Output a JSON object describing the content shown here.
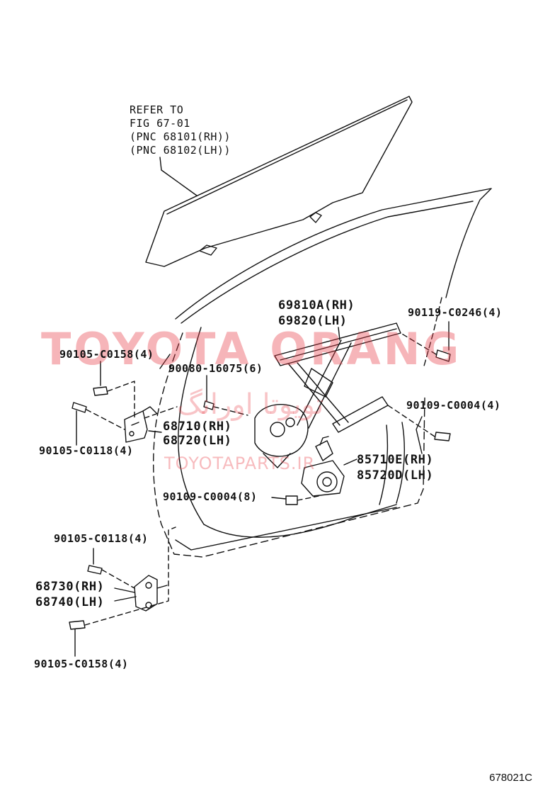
{
  "labels": {
    "refer_line1": "REFER TO",
    "refer_line2": "FIG 67-01",
    "refer_line3": "(PNC 68101(RH))",
    "refer_line4": "(PNC 68102(LH))",
    "p69810a": "69810A(RH)",
    "p69820": "69820(LH)",
    "p90119": "90119-C0246(4)",
    "p90105_c0158_top": "90105-C0158(4)",
    "p90080": "90080-16075(6)",
    "p90109_right": "90109-C0004(4)",
    "p68710": "68710(RH)",
    "p68720": "68720(LH)",
    "p90105_c0118_left": "90105-C0118(4)",
    "p85710e": "85710E(RH)",
    "p85720d": "85720D(LH)",
    "p90109_center": "90109-C0004(8)",
    "p90105_c0118_lower": "90105-C0118(4)",
    "p68730": "68730(RH)",
    "p68740": "68740(LH)",
    "p90105_c0158_bottom": "90105-C0158(4)"
  },
  "watermark": {
    "main": "TOYOTA ORANG",
    "arabic": "تویوتا اورانگ",
    "site": "TOYOTAPARTS.IR"
  },
  "figure_code": "678021C",
  "colors": {
    "line": "#111111",
    "watermark": "#e83c46"
  }
}
